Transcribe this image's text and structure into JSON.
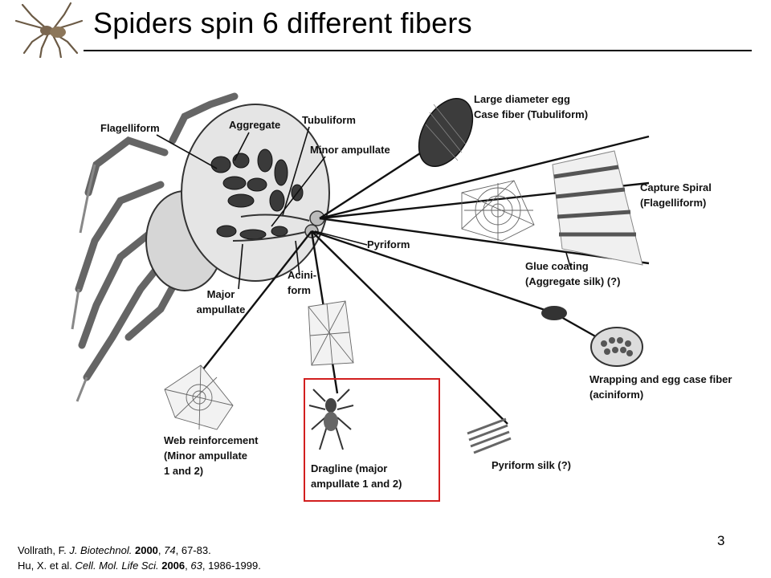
{
  "title": "Spiders spin 6 different fibers",
  "labels": {
    "flagelliform": "Flagelliform",
    "aggregate": "Aggregate",
    "tubuliform": "Tubuliform",
    "minor_ampullate": "Minor ampullate",
    "pyriform": "Pyriform",
    "aciniform_line1": "Acini-",
    "aciniform_line2": "form",
    "major_line1": "Major",
    "major_line2": "ampullate",
    "egg_case_line1": "Large diameter egg",
    "egg_case_line2": "Case fiber (Tubuliform)",
    "capture_line1": "Capture Spiral",
    "capture_line2": "(Flagelliform)",
    "glue_line1": "Glue coating",
    "glue_line2": "(Aggregate silk) (?)",
    "wrap_line1": "Wrapping and egg case fiber",
    "wrap_line2": "(aciniform)",
    "web_line1": "Web reinforcement",
    "web_line2": "(Minor ampullate",
    "web_line3": "1 and 2)",
    "drag_line1": "Dragline (major",
    "drag_line2": "ampullate 1 and 2)",
    "pyrsilk": "Pyriform silk (?)"
  },
  "page_number": "3",
  "references": {
    "ref1": {
      "authors": "Vollrath, F. ",
      "journal": "J. Biotechnol.",
      "year": "2000",
      "volume": "74",
      "pages": ", 67-83."
    },
    "ref2": {
      "authors": "Hu, X. et al. ",
      "journal": "Cell. Mol. Life Sci.",
      "year": "2006",
      "volume": "63",
      "pages": ", 1986-1999."
    }
  },
  "colors": {
    "highlight": "#d21f1f",
    "ink": "#222222"
  }
}
